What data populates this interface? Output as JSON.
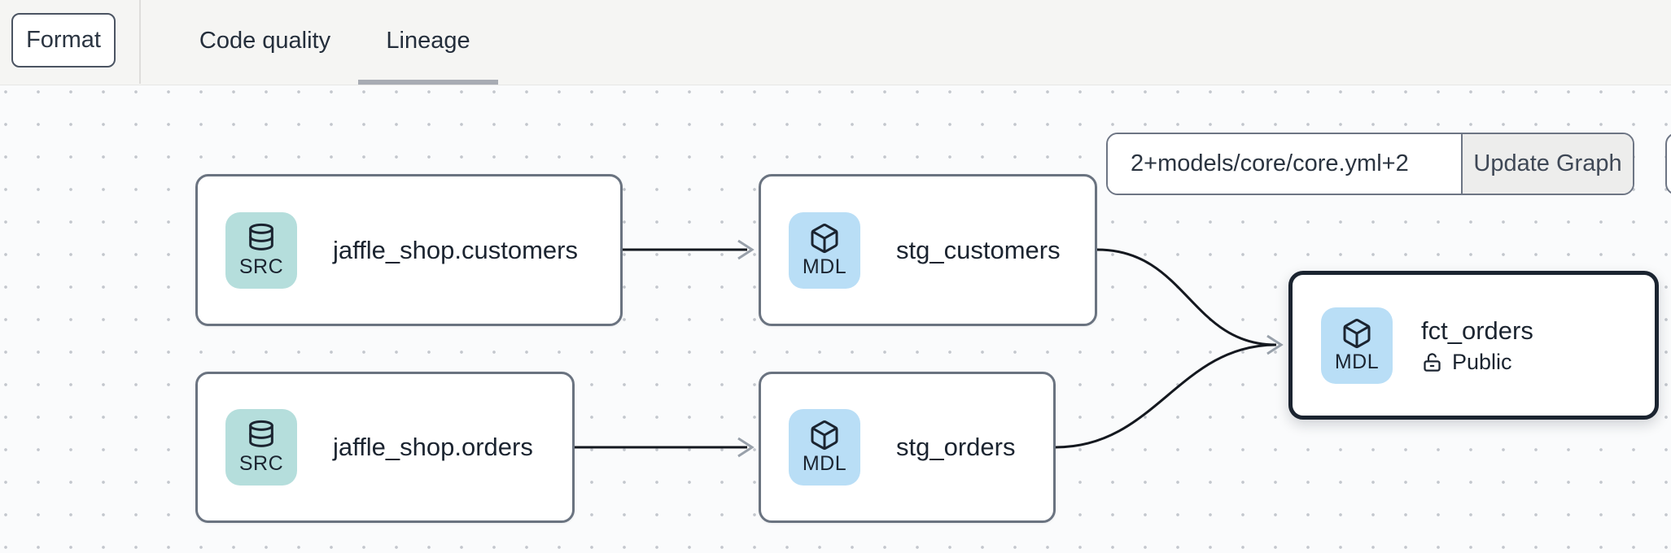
{
  "toolbar": {
    "format_label": "Format",
    "tabs": [
      {
        "label": "Code quality",
        "active": false
      },
      {
        "label": "Lineage",
        "active": true
      }
    ]
  },
  "graph_controls": {
    "selector_value": "2+models/core/core.yml+2",
    "update_button_label": "Update Graph"
  },
  "lineage": {
    "nodes": [
      {
        "label": "jaffle_shop.customers",
        "badge": "SRC",
        "kind": "source",
        "selected": false
      },
      {
        "label": "stg_customers",
        "badge": "MDL",
        "kind": "model",
        "selected": false
      },
      {
        "label": "jaffle_shop.orders",
        "badge": "SRC",
        "kind": "source",
        "selected": false
      },
      {
        "label": "stg_orders",
        "badge": "MDL",
        "kind": "model",
        "selected": false
      },
      {
        "label": "fct_orders",
        "badge": "MDL",
        "kind": "model",
        "access": "Public",
        "selected": true
      }
    ],
    "edges": [
      {
        "from": "jaffle_shop.customers",
        "to": "stg_customers"
      },
      {
        "from": "jaffle_shop.orders",
        "to": "stg_orders"
      },
      {
        "from": "stg_customers",
        "to": "fct_orders"
      },
      {
        "from": "stg_orders",
        "to": "fct_orders"
      }
    ]
  },
  "colors": {
    "topbar_bg": "#f5f5f3",
    "canvas_bg": "#fafbfc",
    "grid_dot": "#c3c7cd",
    "source_badge_bg": "#b5dedc",
    "model_badge_bg": "#b9def6",
    "node_border": "#6a7380",
    "selected_node_border": "#1b2430",
    "edge": "#14181f",
    "arrowhead": "#98a0aa",
    "active_tab_underline": "#a8acb4"
  }
}
